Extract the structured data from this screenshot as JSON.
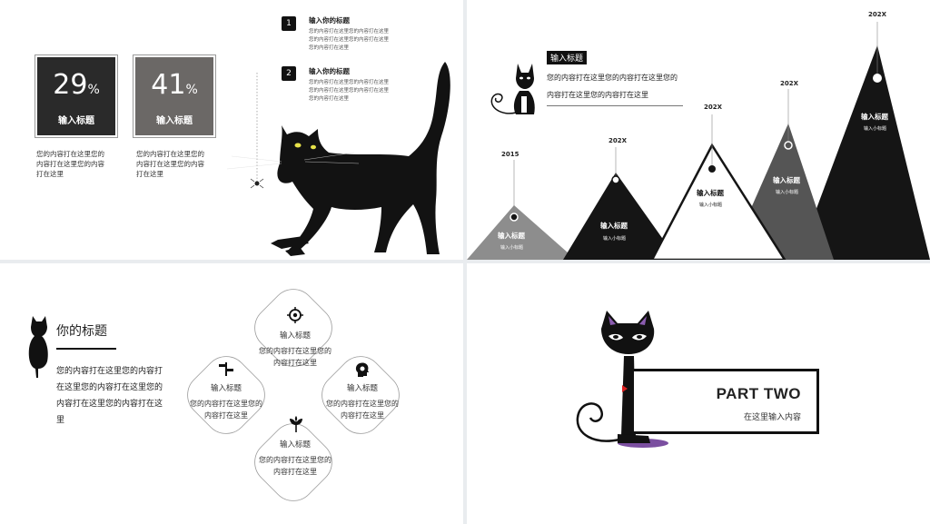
{
  "slide1": {
    "stats": [
      {
        "num": "29",
        "unit": "%",
        "label": "输入标题",
        "color": "#2a2a2a"
      },
      {
        "num": "41",
        "unit": "%",
        "label": "输入标题",
        "color": "#6b6866"
      }
    ],
    "stat_descs": [
      "您的内容打在这里您的内容打在这里您的内容打在这里",
      "您的内容打在这里您的内容打在这里您的内容打在这里"
    ],
    "items": [
      {
        "num": "1",
        "title": "输入你的标题",
        "text": "您的内容打在这里您的内容打在这里您的内容打在这里您的内容打在这里您的内容打在这里"
      },
      {
        "num": "2",
        "title": "输入你的标题",
        "text": "您的内容打在这里您的内容打在这里您的内容打在这里您的内容打在这里您的内容打在这里"
      }
    ]
  },
  "slide2": {
    "title": "输入标题",
    "text": "您的内容打在这里您的内容打在这里您的内容打在这里您的内容打在这里",
    "peaks": [
      {
        "year": "2015",
        "title": "输入标题",
        "sub": "输入小标题"
      },
      {
        "year": "202X",
        "title": "输入标题",
        "sub": "输入小标题"
      },
      {
        "year": "202X",
        "title": "输入标题",
        "sub": "输入小标题"
      },
      {
        "year": "202X",
        "title": "输入标题",
        "sub": "输入小标题"
      },
      {
        "year": "202X",
        "title": "输入标题",
        "sub": "输入小标题"
      }
    ]
  },
  "slide3": {
    "title": "你的标题",
    "text": "您的内容打在这里您的内容打在这里您的内容打在这里您的内容打在这里您的内容打在这里",
    "diamonds": [
      {
        "icon": "target-icon",
        "title": "输入标题",
        "text": "您的内容打在这里您的内容打在这里"
      },
      {
        "icon": "signpost-icon",
        "title": "输入标题",
        "text": "您的内容打在这里您的内容打在这里"
      },
      {
        "icon": "head-icon",
        "title": "输入标题",
        "text": "您的内容打在这里您的内容打在这里"
      },
      {
        "icon": "plant-icon",
        "title": "输入标题",
        "text": "您的内容打在这里您的内容打在这里"
      }
    ]
  },
  "slide4": {
    "title": "PART TWO",
    "subtitle": "在这里输入内容"
  }
}
